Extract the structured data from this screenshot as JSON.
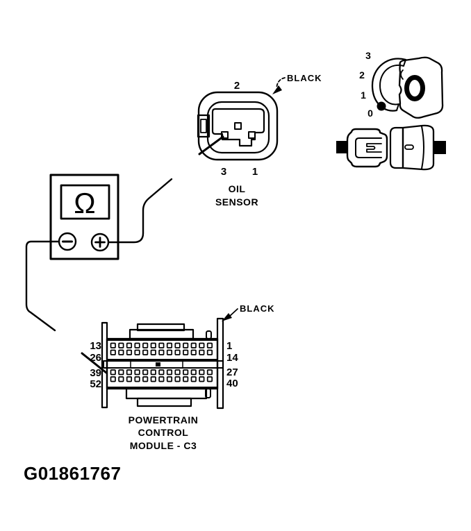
{
  "figure_id": "G01861767",
  "colors": {
    "ink": "#000000",
    "background": "#ffffff"
  },
  "oil_sensor": {
    "caption_line1": "OIL",
    "caption_line2": "SENSOR",
    "wire_label": "BLACK",
    "pin_top": "2",
    "pin_bottom_left": "3",
    "pin_bottom_right": "1"
  },
  "ohmmeter": {
    "display_symbol": "Ω",
    "negative_terminal_symbol": "−",
    "positive_terminal_symbol": "+"
  },
  "pcm": {
    "caption_line1": "POWERTRAIN",
    "caption_line2": "CONTROL",
    "caption_line3": "MODULE - C3",
    "wire_label": "BLACK",
    "pins_per_row": 13,
    "left_pin_labels": [
      "13",
      "26",
      "39",
      "52"
    ],
    "right_pin_labels": [
      "1",
      "14",
      "27",
      "40"
    ]
  },
  "sensor_pictorial": {
    "terminal_marks": [
      "3",
      "2",
      "1",
      "0"
    ]
  }
}
